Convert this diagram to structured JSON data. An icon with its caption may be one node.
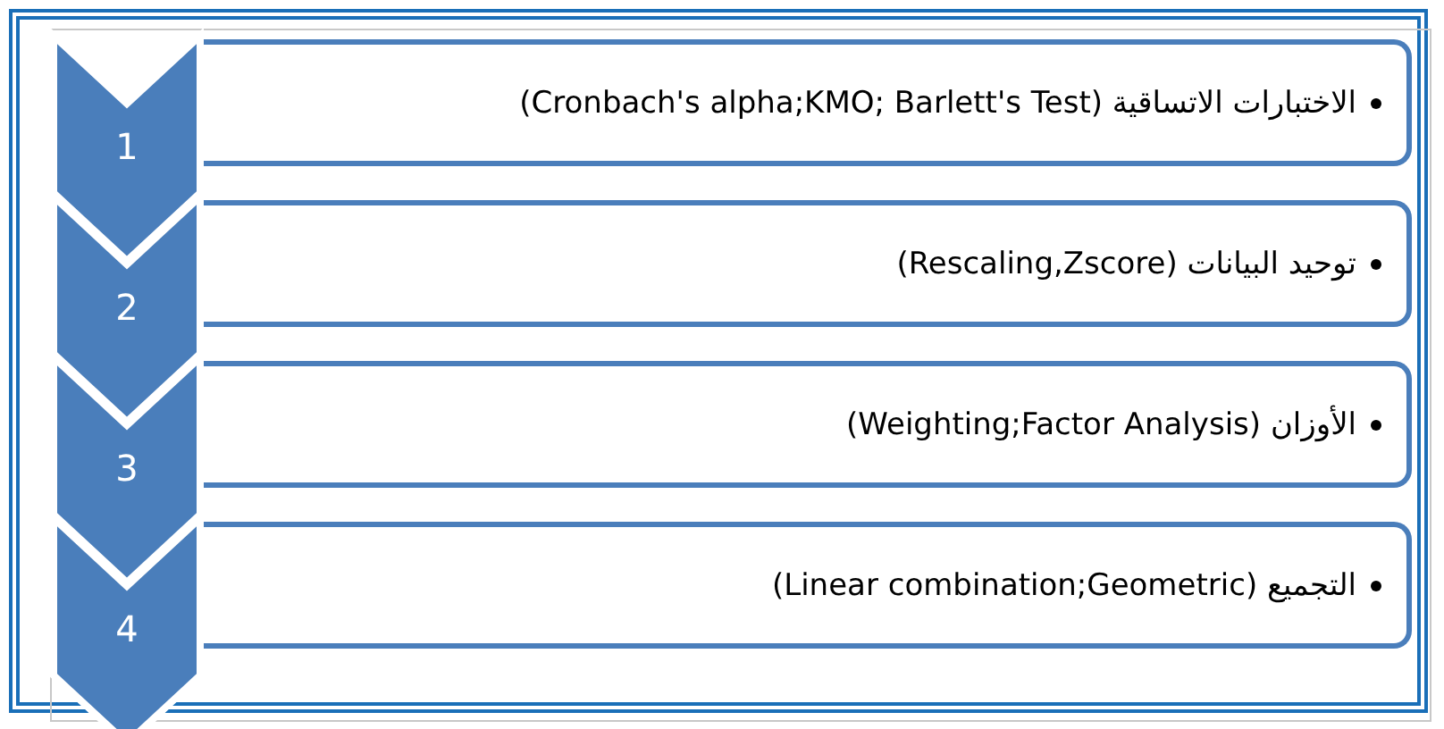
{
  "diagram": {
    "nodes": [
      {
        "text": [
          "1"
        ]
      },
      {
        "text": [
          "الاختبارات الاتساقية (Cronbach's alpha;KMO; Barlett's Test)"
        ]
      },
      {
        "text": [
          "2"
        ]
      },
      {
        "text": [
          "توحيد البيانات (Rescaling,Zscore)"
        ]
      },
      {
        "text": [
          "3"
        ]
      },
      {
        "text": [
          "الأوزان (Weighting;Factor Analysis)"
        ]
      },
      {
        "text": [
          "4"
        ]
      },
      {
        "text": [
          "التجميع (Linear combination;Geometric)"
        ]
      }
    ]
  }
}
